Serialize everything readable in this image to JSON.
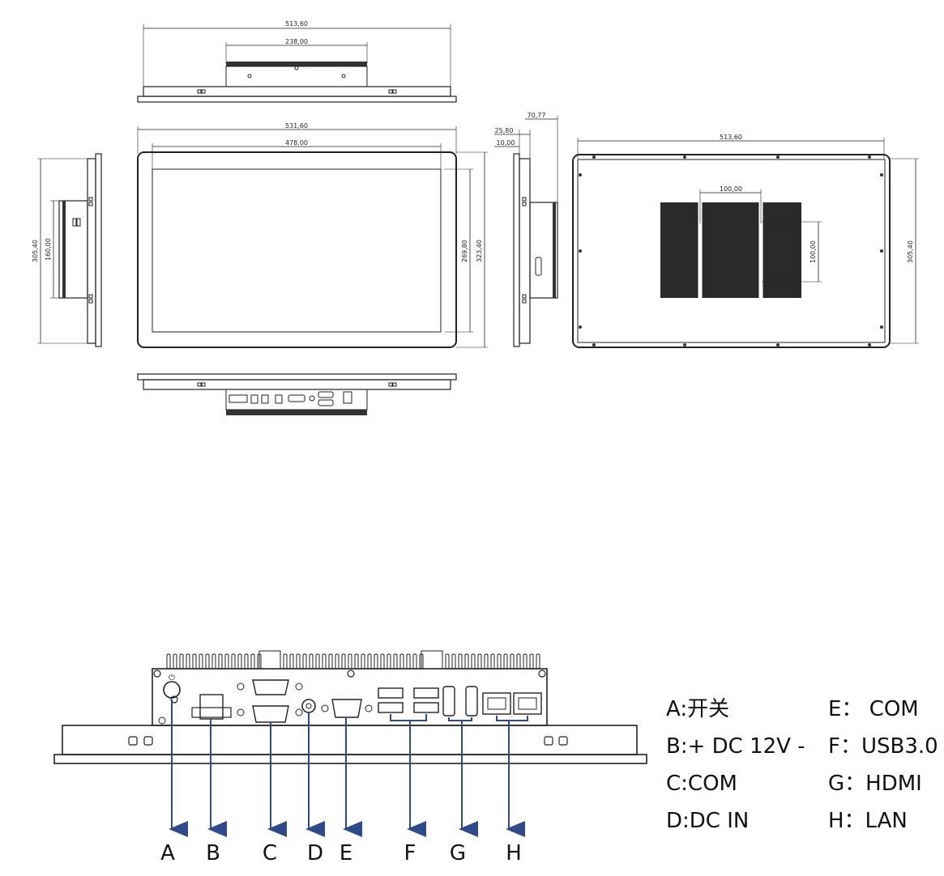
{
  "dims": {
    "top_width": "513,60",
    "top_inner": "238,00",
    "front_width": "531,60",
    "front_inner": "478,00",
    "front_h1": "269,80",
    "front_h2": "323,40",
    "left_h": "305,40",
    "left_inner": "160,00",
    "side_depth": "70,77",
    "side_d1": "25,80",
    "side_d2": "10,00",
    "back_width": "513,60",
    "back_vesa_w": "100,00",
    "back_vesa_h": "100,00",
    "back_h": "305,40"
  },
  "ports": [
    "A",
    "B",
    "C",
    "D",
    "E",
    "F",
    "G",
    "H"
  ],
  "legend": {
    "left": [
      "A:开关",
      "B:+ DC 12V -",
      "C:COM",
      "D:DC IN"
    ],
    "right": [
      "E： COM",
      "F：USB3.0",
      "G：HDMI",
      "H：LAN"
    ]
  },
  "colors": {
    "arrow": "#2f4a8a",
    "line": "#222222"
  }
}
